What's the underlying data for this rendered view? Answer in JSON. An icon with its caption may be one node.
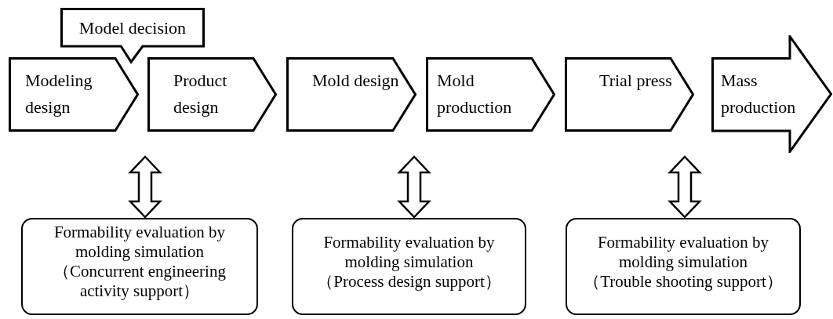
{
  "diagram": {
    "nodes": [
      {
        "text": [
          "Model decision"
        ]
      },
      {
        "text": [
          "Modeling design"
        ]
      },
      {
        "text": [
          "Product design"
        ]
      },
      {
        "text": [
          "Mold design"
        ]
      },
      {
        "text": [
          "Mold production"
        ]
      },
      {
        "text": [
          "Trial press"
        ]
      },
      {
        "text": [
          "Mass production"
        ]
      },
      {
        "text": [
          "Formability evaluation by molding simulation",
          "（Concurrent engineering activity support）"
        ]
      },
      {
        "text": [
          "Formability evaluation by molding simulation",
          "（Process design support）"
        ]
      },
      {
        "text": [
          "Formability evaluation by molding simulation",
          "（Trouble shooting support）"
        ]
      }
    ],
    "edges": [
      {
        "from": null,
        "to": 7,
        "arrow": "both"
      },
      {
        "from": null,
        "to": 8,
        "arrow": "both"
      },
      {
        "from": null,
        "to": 9,
        "arrow": "both"
      }
    ]
  }
}
